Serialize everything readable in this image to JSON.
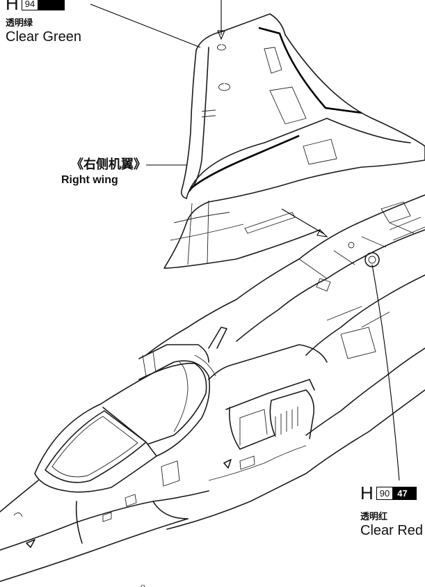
{
  "callouts": {
    "top_left": {
      "prefix": "H",
      "code": "94",
      "swatch_color": "#000000",
      "name_cn": "透明绿",
      "name_en": "Clear Green"
    },
    "wing": {
      "name_cn": "《右侧机翼》",
      "name_en": "Right wing"
    },
    "bottom_right": {
      "prefix": "H",
      "code": "90",
      "code2": "47",
      "name_cn": "透明红",
      "name_en": "Clear Red"
    }
  },
  "colors": {
    "ink": "#1a1a1a",
    "paper": "#ffffff"
  }
}
